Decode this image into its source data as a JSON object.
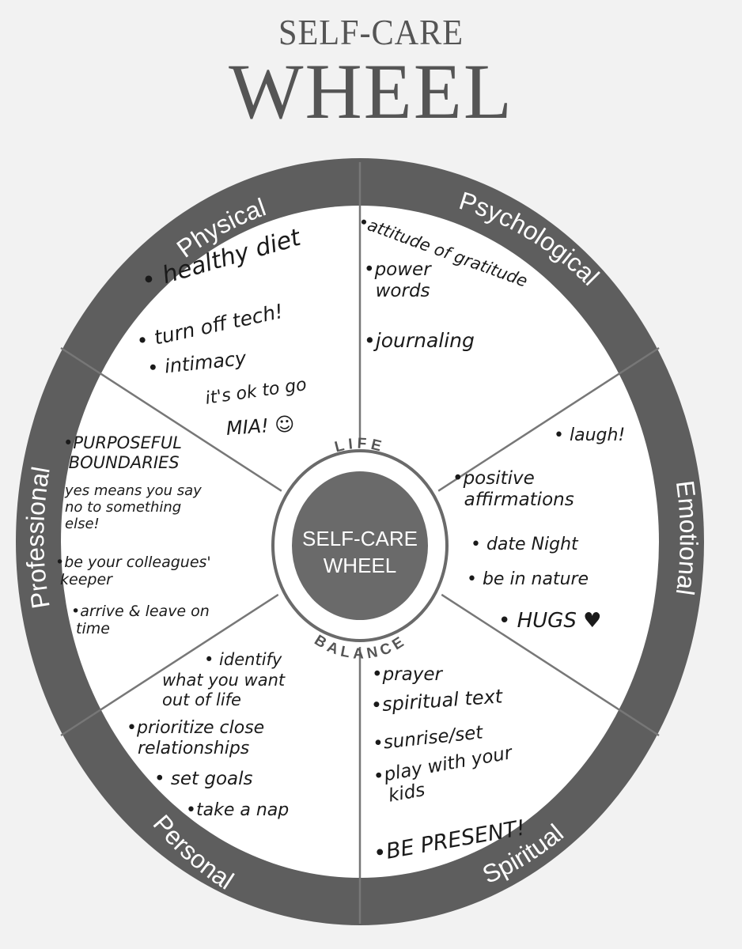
{
  "header": {
    "kicker": "SELF-CARE",
    "title": "WHEEL"
  },
  "hub": {
    "outer_top": "LIFE",
    "outer_bottom": "BALANCE",
    "center_line1": "SELF-CARE",
    "center_line2": "WHEEL"
  },
  "segments": {
    "physical": "Physical",
    "psychological": "Psychological",
    "emotional": "Emotional",
    "spiritual": "Spiritual",
    "personal": "Personal",
    "professional": "Professional"
  },
  "notes": {
    "physical_1": "• healthy diet",
    "physical_2": "• turn off tech!",
    "physical_3": "• intimacy",
    "physical_4": "it's ok to go",
    "physical_5": "MIA! ☺",
    "psych_1": "•attitude of gratitude",
    "psych_2": "•power\n  words",
    "psych_3": "•journaling",
    "emo_1": "• laugh!",
    "emo_2": "•positive\n  affirmations",
    "emo_3": "• date Night",
    "emo_4": "• be in nature",
    "emo_5": "• HUGS ♥",
    "spir_1": "•prayer",
    "spir_2": "•spiritual text",
    "spir_3": "•sunrise/set",
    "spir_4": "•play with your\n  kids",
    "spir_5": "•BE PRESENT!",
    "pers_1": "• identify",
    "pers_2": "what you want\nout of life",
    "pers_3": "•prioritize close\n  relationships",
    "pers_4": "• set goals",
    "pers_5": "•take a nap",
    "prof_1": "•PURPOSEFUL\n BOUNDARIES",
    "prof_2": "yes means you say\nno to something\nelse!",
    "prof_3": "•be your colleagues'\n keeper",
    "prof_4": "•arrive & leave on\n time"
  }
}
